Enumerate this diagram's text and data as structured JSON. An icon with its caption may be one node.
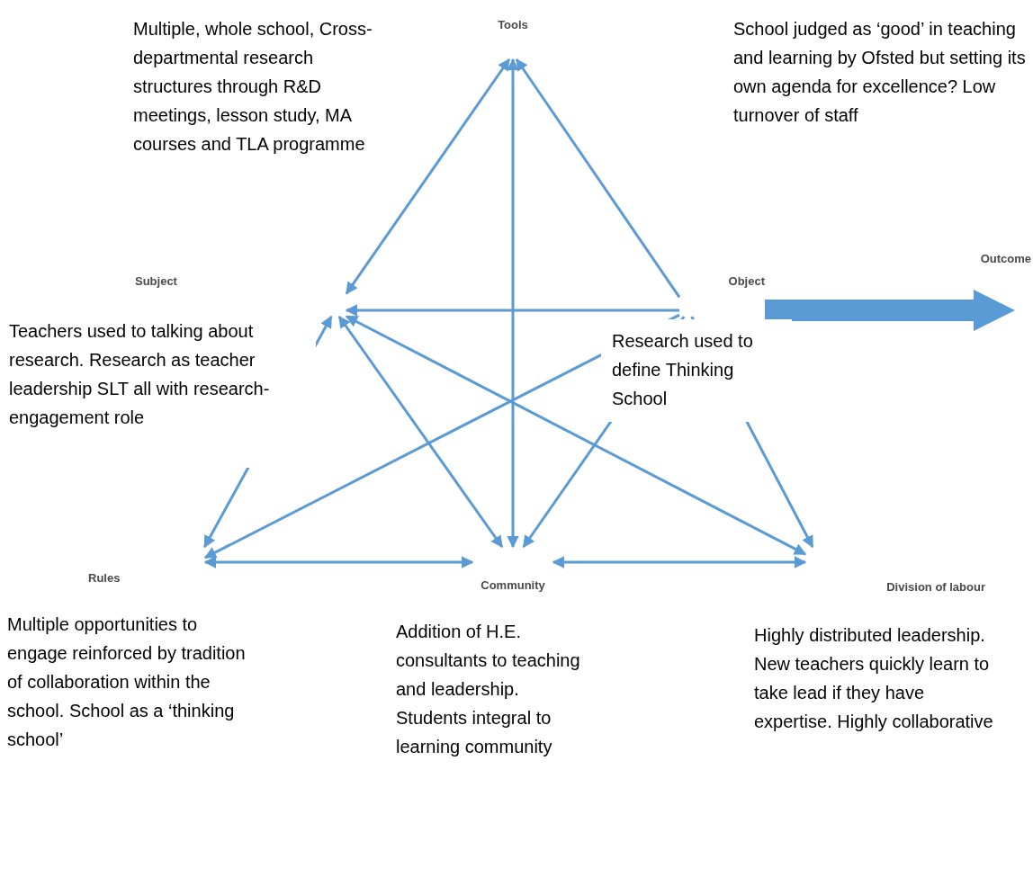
{
  "diagram": {
    "nodes": [
      {
        "text": [
          "Tools"
        ]
      },
      {
        "text": [
          "Subject"
        ],
        "beside": [
          "Teachers used to talking about research. Research as teacher leadership SLT all with research-engagement role"
        ]
      },
      {
        "text": [
          "Object"
        ],
        "beside": [
          "Research used to define Thinking School"
        ]
      },
      {
        "text": [
          "Outcome"
        ]
      },
      {
        "text": [
          "Rules"
        ],
        "beside": [
          "Multiple opportunities to engage reinforced by tradition of collaboration within the school. School as a ‘thinking school’"
        ]
      },
      {
        "text": [
          "Community"
        ],
        "beside": [
          "Addition of H.E. consultants to teaching and leadership. Students integral to learning community"
        ]
      },
      {
        "text": [
          "Division of labour"
        ],
        "beside": [
          "Highly distributed leadership. New teachers quickly learn to take lead if they have expertise. Highly collaborative"
        ]
      }
    ],
    "edges": [
      {
        "from": 1,
        "to": 0,
        "arrow": "both"
      },
      {
        "from": 2,
        "to": 0,
        "arrow": "to"
      },
      {
        "from": 0,
        "to": 5,
        "arrow": "both"
      },
      {
        "from": 2,
        "to": 1,
        "arrow": "to"
      },
      {
        "from": 1,
        "to": 5,
        "arrow": "both"
      },
      {
        "from": 1,
        "to": 6,
        "arrow": "both"
      },
      {
        "from": 4,
        "to": 1,
        "arrow": "both"
      },
      {
        "from": 2,
        "to": 4,
        "arrow": "to"
      },
      {
        "from": 2,
        "to": 5,
        "arrow": "to"
      },
      {
        "from": 2,
        "to": 6,
        "arrow": "to"
      },
      {
        "from": 4,
        "to": 5,
        "arrow": "both"
      },
      {
        "from": 5,
        "to": 6,
        "arrow": "both"
      },
      {
        "from": 2,
        "to": 3,
        "arrow": "to",
        "style": "thick"
      }
    ],
    "labels": [
      "Multiple, whole school, Cross-departmental research structures through R&D meetings, lesson study, MA courses and TLA programme",
      "School judged as ‘good’ in teaching and learning by Ofsted but setting its own agenda for excellence? Low turnover of staff"
    ]
  }
}
